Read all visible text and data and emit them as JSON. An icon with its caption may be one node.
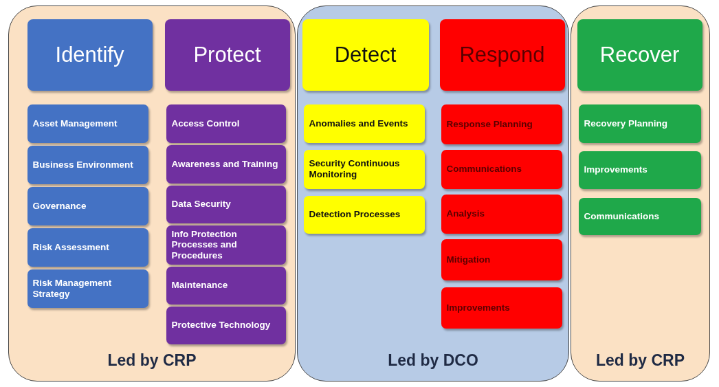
{
  "diagram": {
    "nodes": [
      {
        "text": [
          "Led by CRP"
        ]
      },
      {
        "text": [
          "Identify"
        ],
        "in": 0
      },
      {
        "text": [
          "Asset Management"
        ],
        "in": 0
      },
      {
        "text": [
          "Business Environment"
        ],
        "in": 0
      },
      {
        "text": [
          "Governance"
        ],
        "in": 0
      },
      {
        "text": [
          "Risk Assessment"
        ],
        "in": 0
      },
      {
        "text": [
          "Risk Management Strategy"
        ],
        "in": 0
      },
      {
        "text": [
          "Protect"
        ],
        "in": 0
      },
      {
        "text": [
          "Access Control"
        ],
        "in": 0
      },
      {
        "text": [
          "Awareness and Training"
        ],
        "in": 0
      },
      {
        "text": [
          "Data Security"
        ],
        "in": 0
      },
      {
        "text": [
          "Info Protection Processes and Procedures"
        ],
        "in": 0
      },
      {
        "text": [
          "Maintenance"
        ],
        "in": 0
      },
      {
        "text": [
          "Protective Technology"
        ],
        "in": 0
      },
      {
        "text": [
          "Led by DCO"
        ]
      },
      {
        "text": [
          "Detect"
        ],
        "in": 14
      },
      {
        "text": [
          "Anomalies and Events"
        ],
        "in": 14
      },
      {
        "text": [
          "Security Continuous Monitoring"
        ],
        "in": 14
      },
      {
        "text": [
          "Detection Processes"
        ],
        "in": 14
      },
      {
        "text": [
          "Respond"
        ],
        "in": 14
      },
      {
        "text": [
          "Response Planning"
        ],
        "in": 14
      },
      {
        "text": [
          "Communications"
        ],
        "in": 14
      },
      {
        "text": [
          "Analysis"
        ],
        "in": 14
      },
      {
        "text": [
          "Mitigation"
        ],
        "in": 14
      },
      {
        "text": [
          "Improvements"
        ],
        "in": 14
      },
      {
        "text": [
          "Led by CRP"
        ]
      },
      {
        "text": [
          "Recover"
        ],
        "in": 25
      },
      {
        "text": [
          "Recovery Planning"
        ],
        "in": 25
      },
      {
        "text": [
          "Improvements"
        ],
        "in": 25
      },
      {
        "text": [
          "Communications"
        ],
        "in": 25
      }
    ]
  }
}
